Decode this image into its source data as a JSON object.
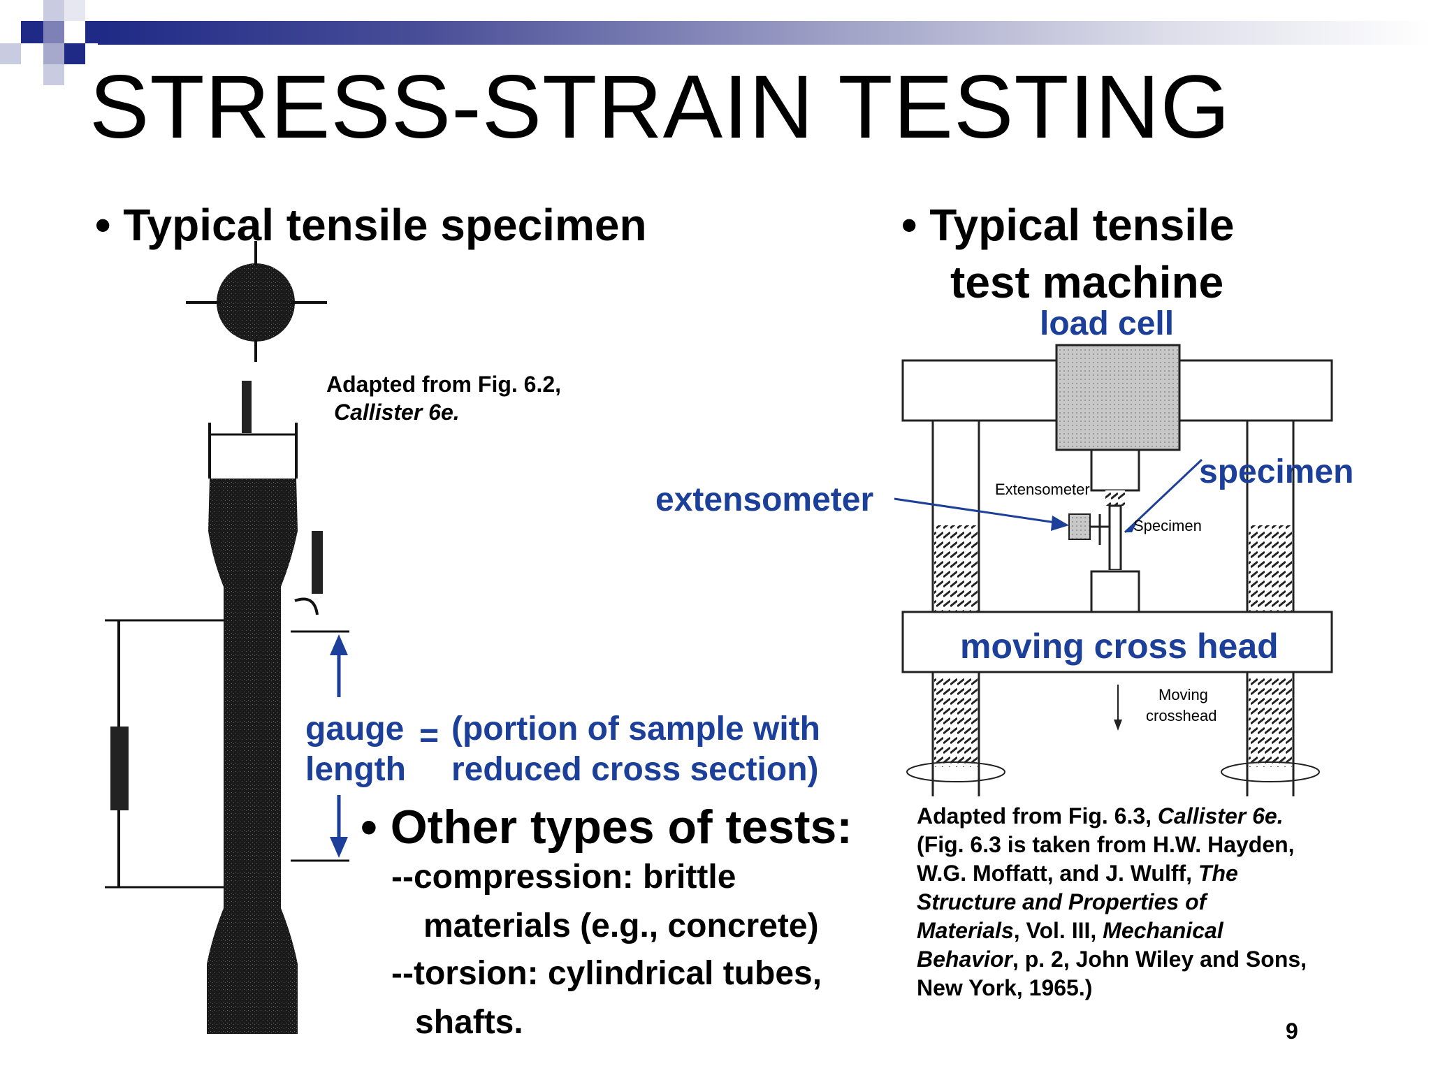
{
  "slide": {
    "title": "STRESS-STRAIN TESTING",
    "page_number": "9"
  },
  "left": {
    "bullet": "• Typical tensile specimen",
    "caption_line1": "Adapted from Fig. 6.2,",
    "caption_line2": "Callister 6e.",
    "gauge_line1": "gauge",
    "gauge_line2": "length",
    "equals": "=",
    "portion_line1": "(portion of sample with",
    "portion_line2": "reduced cross section)"
  },
  "right": {
    "bullet_line1": "• Typical tensile",
    "bullet_line2": "test machine",
    "label_load_cell": "load cell",
    "label_specimen": "specimen",
    "label_extensometer": "extensometer",
    "label_moving_cross_head": "moving cross head",
    "fig_extensometer": "Extensometer",
    "fig_specimen": "Specimen",
    "fig_moving_1": "Moving",
    "fig_moving_2": "crosshead"
  },
  "other_tests": {
    "heading": "• Other types of tests:",
    "line1": "--compression:  brittle",
    "line2": "materials (e.g., concrete)",
    "line3": "--torsion:  cylindrical tubes,",
    "line4": "shafts."
  },
  "reference": {
    "l1a": "Adapted from Fig. 6.3, ",
    "l1b": "Callister 6e.",
    "l2": "(Fig. 6.3 is taken from H.W. Hayden,",
    "l3a": "W.G. Moffatt, and J. Wulff, ",
    "l3b": "The",
    "l4": "Structure and Properties of",
    "l5a": "Materials",
    "l5b": ", Vol. III, ",
    "l5c": "Mechanical",
    "l6a": "Behavior",
    "l6b": ", p. 2, John Wiley and Sons,",
    "l7": "New York, 1965.)"
  },
  "colors": {
    "accent_blue": "#1c3f9a",
    "header_gradient_start": "#1f2a86"
  }
}
